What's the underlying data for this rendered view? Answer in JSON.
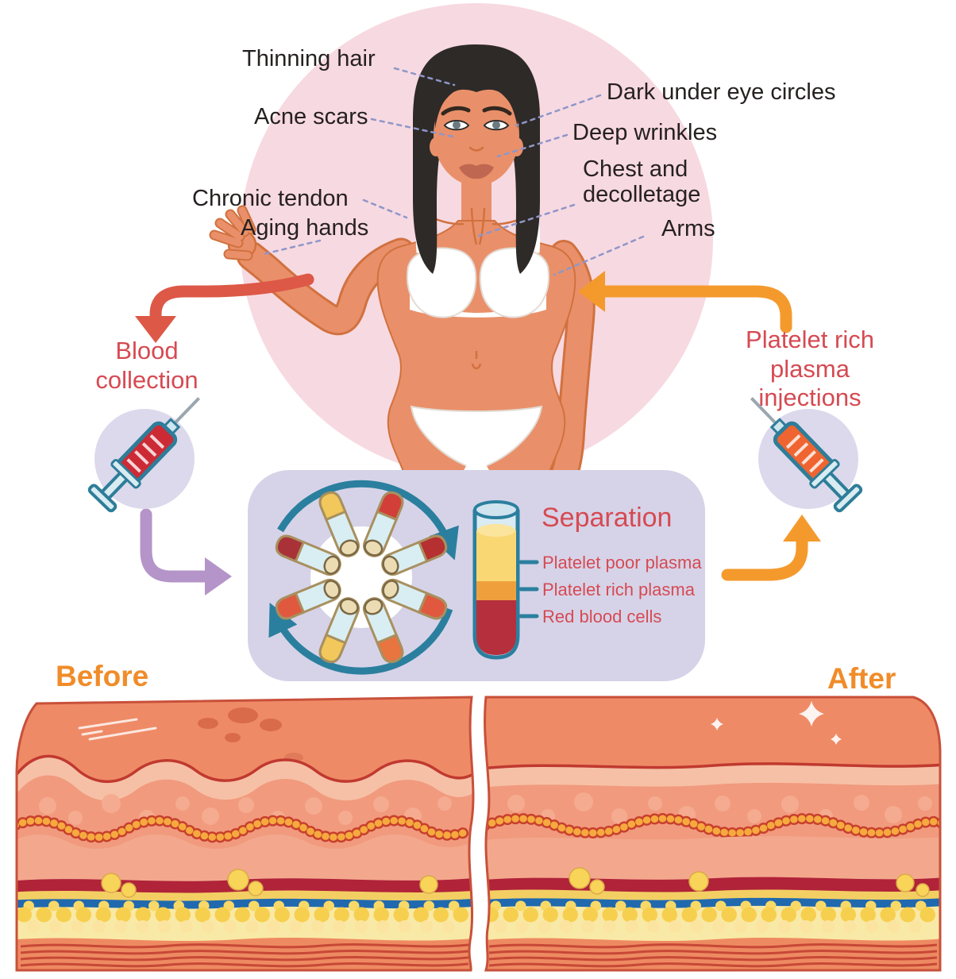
{
  "figure": {
    "body_labels": {
      "thinning_hair": "Thinning hair",
      "acne_scars": "Acne scars",
      "dark_under_eye_circles": "Dark under eye circles",
      "deep_wrinkles": "Deep wrinkles",
      "chronic_tendon": "Chronic tendon",
      "aging_hands": "Aging hands",
      "chest_and_decolletage": "Chest and decolletage",
      "arms": "Arms"
    },
    "steps": {
      "blood_collection": "Blood collection",
      "prp_injections": "Platelet rich plasma injections"
    },
    "separation": {
      "title": "Separation",
      "layers": [
        {
          "label": "Platelet poor plasma",
          "color": "#f9d874"
        },
        {
          "label": "Platelet rich plasma",
          "color": "#efa03d"
        },
        {
          "label": "Red blood cells",
          "color": "#b62f3d"
        }
      ]
    },
    "comparison": {
      "before_label": "Before",
      "after_label": "After"
    },
    "colors": {
      "accent_red_text": "#d64a52",
      "arrow_red": "#dd5847",
      "arrow_orange": "#f49a2d",
      "arrow_purple": "#b494c9",
      "before_after_orange": "#f08c29",
      "panel_lavender": "#d6d3e8",
      "leader_line_blue": "#8f96c9",
      "teal_outline": "#2b7f9e",
      "pink_backdrop": "#f7d9e1",
      "skin_tone": "#e9906a"
    }
  }
}
